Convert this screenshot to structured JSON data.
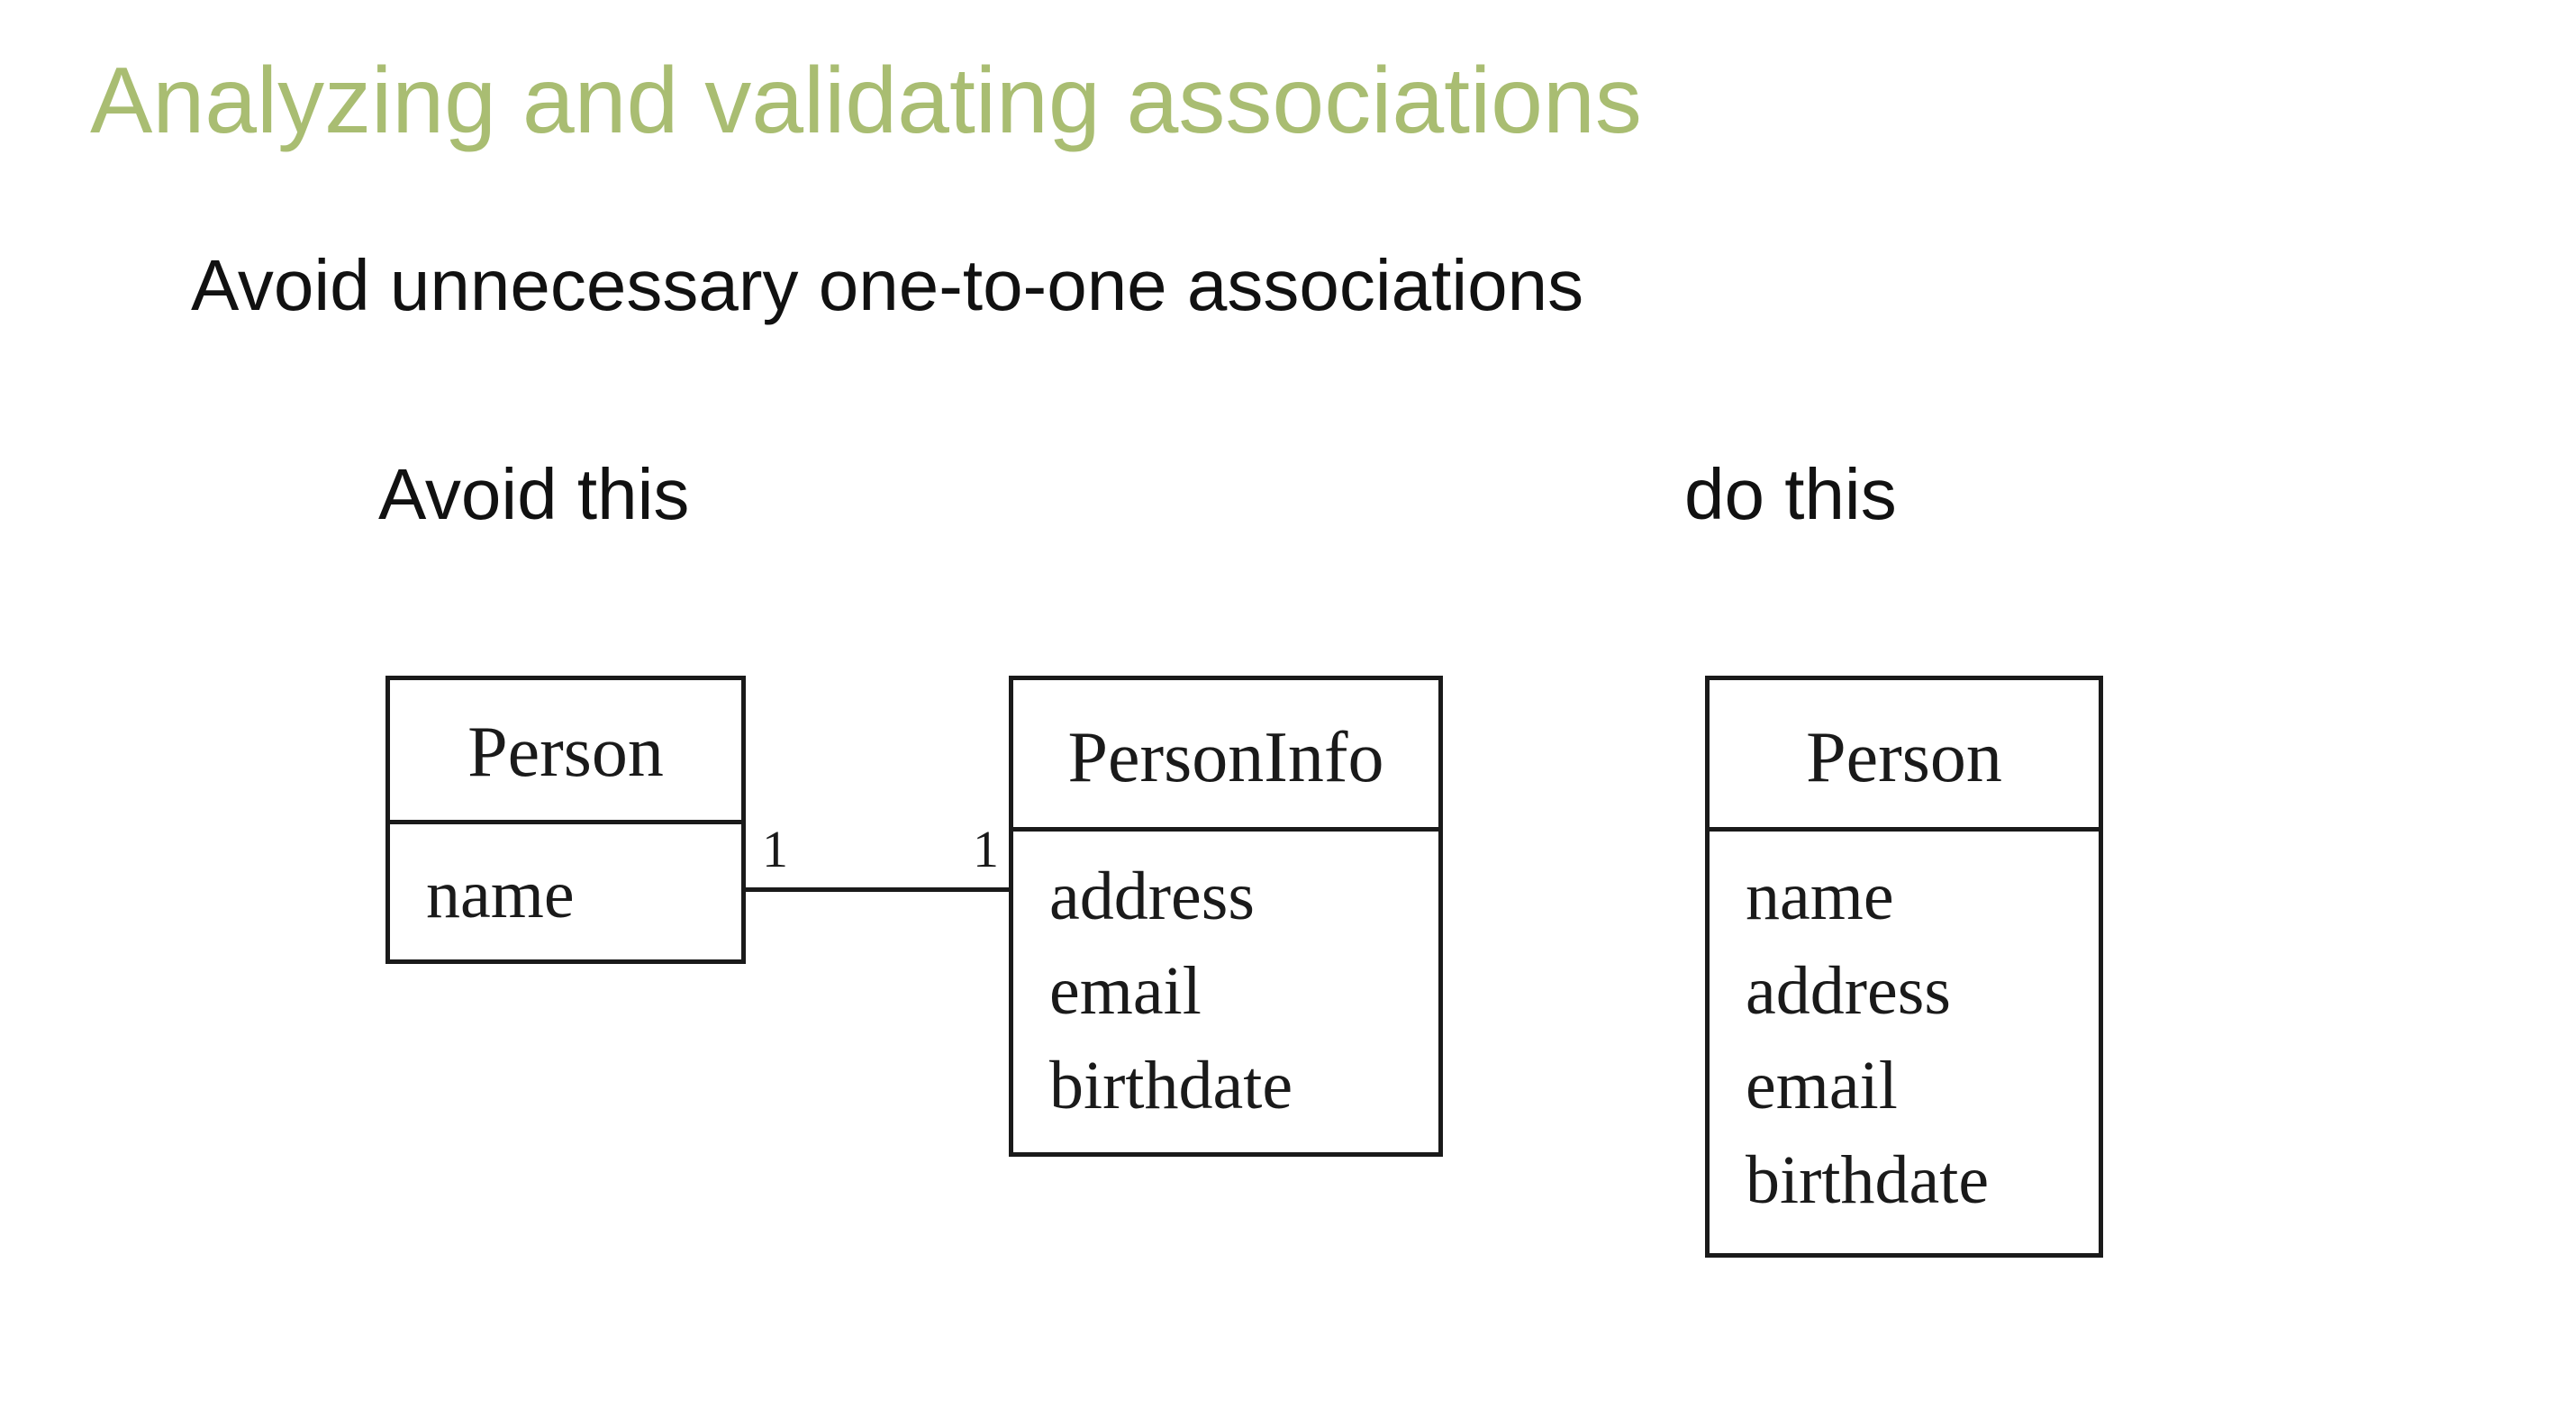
{
  "slide": {
    "title": "Analyzing and validating associations",
    "subtitle": "Avoid unnecessary one-to-one associations",
    "avoid_label": "Avoid this",
    "do_label": "do this"
  },
  "colors": {
    "title": "#a9bd72",
    "text": "#111111",
    "diagram_stroke": "#1a1a1a"
  },
  "diagram": {
    "avoid": {
      "class_a": {
        "name": "Person",
        "attributes": [
          "name"
        ]
      },
      "class_b": {
        "name": "PersonInfo",
        "attributes": [
          "address",
          "email",
          "birthdate"
        ]
      },
      "association": {
        "multiplicity_a": "1",
        "multiplicity_b": "1"
      }
    },
    "do": {
      "class": {
        "name": "Person",
        "attributes": [
          "name",
          "address",
          "email",
          "birthdate"
        ]
      }
    }
  }
}
